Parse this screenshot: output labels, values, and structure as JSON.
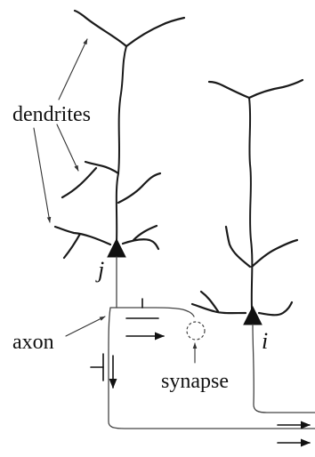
{
  "labels": {
    "dendrites": "dendrites",
    "axon": "axon",
    "synapse": "synapse",
    "neuron_j": "j",
    "neuron_i": "i"
  },
  "symbols": {
    "excitatory_marker": "⊥",
    "inhibitory_marker": "⊣"
  },
  "colors": {
    "ink": "#1a1a1a",
    "background": "#ffffff"
  }
}
